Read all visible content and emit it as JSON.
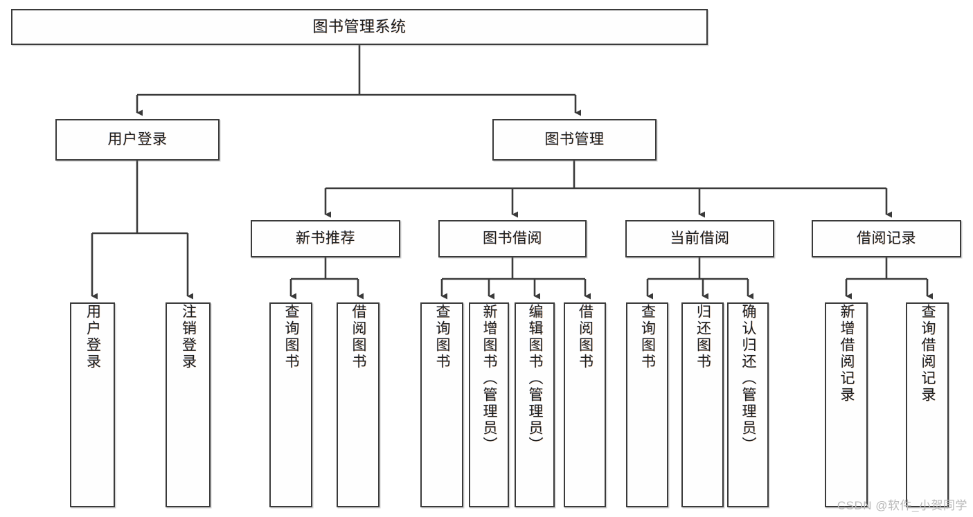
{
  "diagram": {
    "title": "图书管理系统",
    "watermark": "CSDN @软件_小贺同学",
    "colors": {
      "stroke": "#3a3a3a",
      "text": "#1d1d1d",
      "background": "#ffffff",
      "watermark": "#b9b9b9"
    },
    "nodes": {
      "root": {
        "label": "图书管理系统"
      },
      "level1": [
        {
          "label": "用户登录"
        },
        {
          "label": "图书管理"
        }
      ],
      "level2": [
        {
          "label": "新书推荐"
        },
        {
          "label": "图书借阅"
        },
        {
          "label": "当前借阅"
        },
        {
          "label": "借阅记录"
        }
      ],
      "leaves": {
        "user_login": [
          {
            "label": "用户登录"
          },
          {
            "label": "注销登录"
          }
        ],
        "new_book": [
          {
            "label": "查询图书"
          },
          {
            "label": "借阅图书"
          }
        ],
        "book_borrow": [
          {
            "label": "查询图书"
          },
          {
            "label": "新增图书（管理员）"
          },
          {
            "label": "编辑图书（管理员）"
          },
          {
            "label": "借阅图书"
          }
        ],
        "current_borrow": [
          {
            "label": "查询图书"
          },
          {
            "label": "归还图书"
          },
          {
            "label": "确认归还（管理员）"
          }
        ],
        "borrow_record": [
          {
            "label": "新增借阅记录"
          },
          {
            "label": "查询借阅记录"
          }
        ]
      }
    }
  }
}
